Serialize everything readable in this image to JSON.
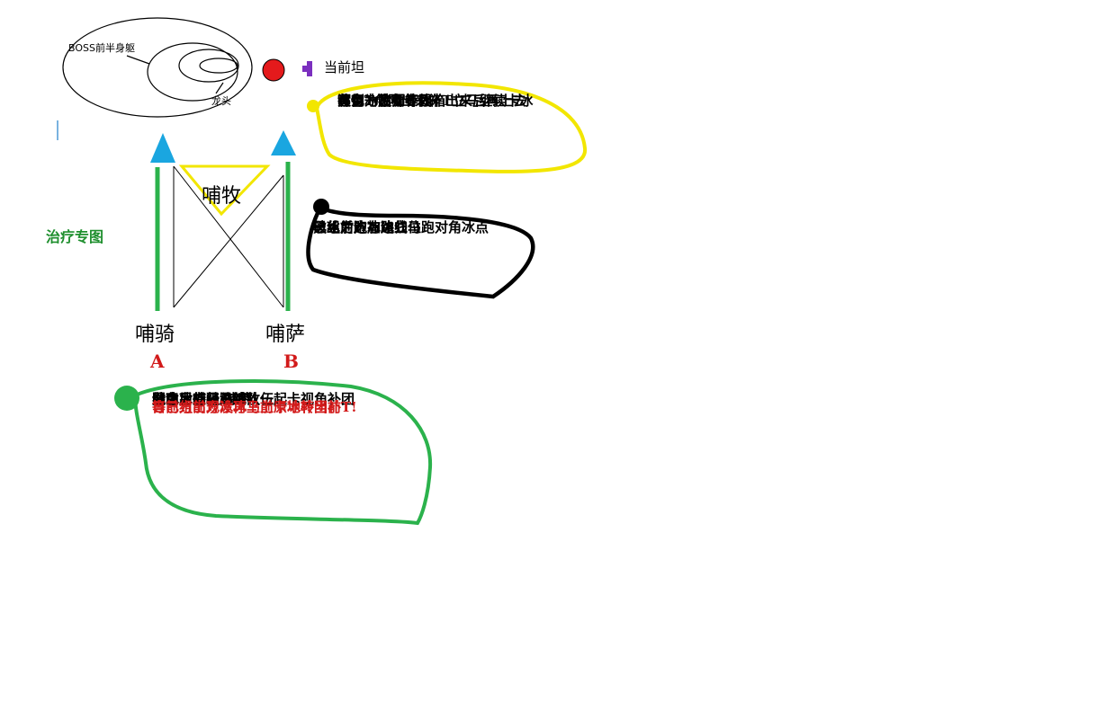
{
  "boss": {
    "body_label": "BOSS前半身躯",
    "head_label": "龙头"
  },
  "tank": {
    "label": "当前坦",
    "marker_color": "#e41a1c",
    "icon_color": "#7b2fbf"
  },
  "title": "治疗专图",
  "title_color": "#1f8f2e",
  "priest": {
    "label": "哺牧",
    "triangle_color": "#f2e600"
  },
  "paladin": {
    "label": "哺骑",
    "letter": "A"
  },
  "shaman": {
    "label": "哺萨",
    "letter": "B"
  },
  "letter_color": "#d21a1a",
  "arrow_color": "#1aa6e0",
  "notes": {
    "yellow": {
      "color": "#f2e600",
      "lines": [
        "黄色为牧师专线",
        "哪有冰贴哪补团",
        "有倒T危险出来补T立马继续卡冰",
        "注意一定要等冰箱出来后再上去"
      ]
    },
    "black": {
      "color": "#000000",
      "lines": [
        "黑丝为跑冰路线",
        "己组前方有冰立马跑对角冰点",
        "破冰后边加边归位"
      ]
    },
    "green": {
      "color": "#2bb24c",
      "lines": [
        "绿色为哺骑/哺萨",
        "没中冰行径路线",
        "贴冰后立马与哺牧一起卡视角补团",
        "留意另外组没冰队伍"
      ],
      "warning_lines": [
        "自己组前方没冰马上原地补当前T!",
        "等前方出现冰再上前卡冰转团补"
      ],
      "warning_color": "#d21a1a"
    }
  }
}
